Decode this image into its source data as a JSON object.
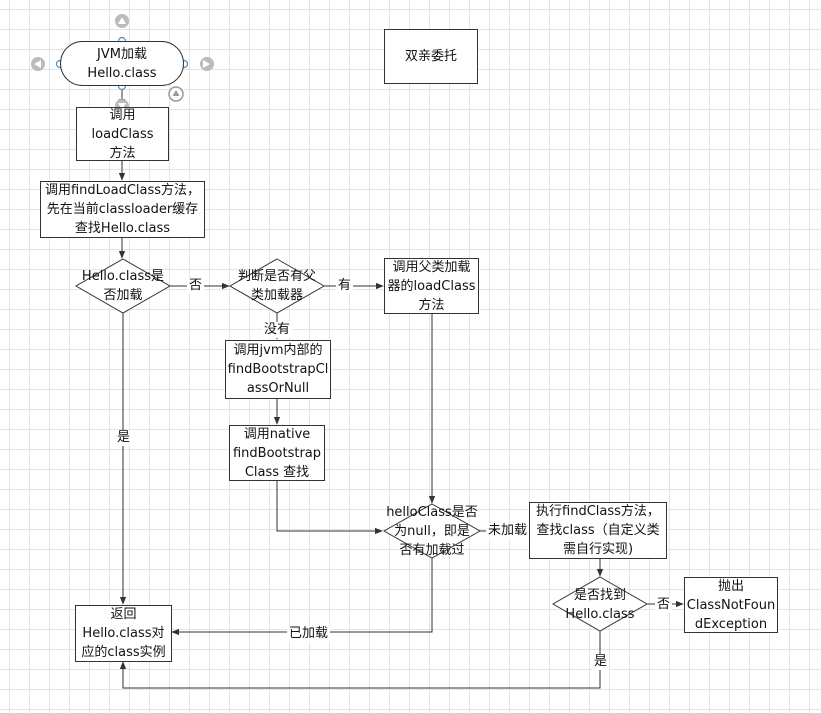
{
  "nodes": {
    "start": "JVM加载Hello.class",
    "title": "双亲委托",
    "call_loadclass": "调用loadClass\n方法",
    "find_loaded": "调用findLoadClass方法，\n先在当前classloader缓存\n查找Hello.class",
    "is_loaded": "Hello.class是\n否加载",
    "has_parent": "判断是否有父\n类加载器",
    "parent_loadclass": "调用父类加载\n器的loadClass\n方法",
    "find_bootstrap": "调用jvm内部的\nfindBootstrapCl\nassOrNull",
    "native_bootstrap": "调用native\nfindBootstrap\nClass 查找",
    "is_null": "helloClass是否\n为null，即是\n否有加载过",
    "find_class": "执行findClass方法，\n查找class（自定义类\n需自行实现)",
    "found": "是否找到\nHello.class",
    "throw": "抛出\nClassNotFoun\ndException",
    "return_instance": "返回\nHello.class对\n应的class实例"
  },
  "edge_labels": {
    "no_1": "否",
    "yes_parent": "有",
    "no_parent": "没有",
    "yes_1": "是",
    "not_loaded": "未加载",
    "loaded": "已加载",
    "no_2": "否",
    "yes_2": "是"
  },
  "colors": {
    "line": "#333333",
    "handle": "#4a90c8",
    "arrow_hint": "#bbbbbb"
  }
}
